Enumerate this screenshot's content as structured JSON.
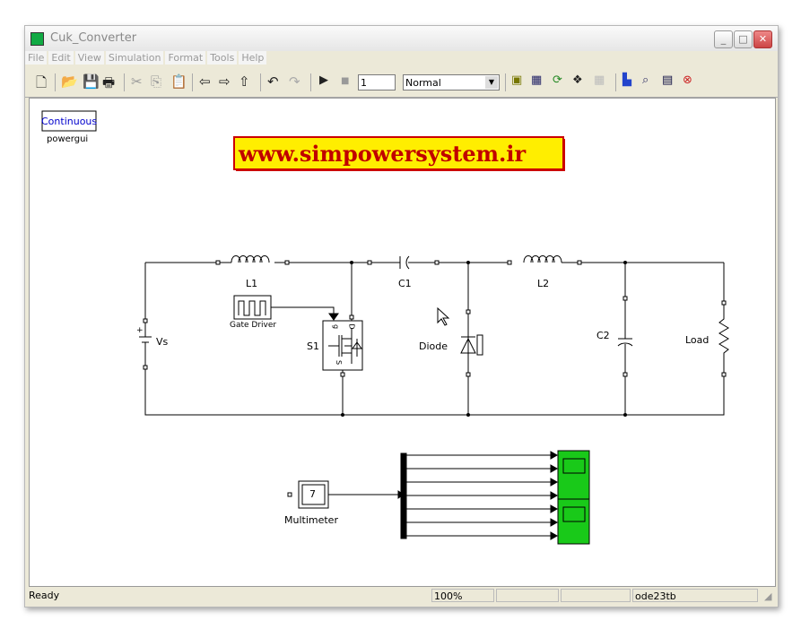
{
  "window": {
    "title": "Cuk_Converter"
  },
  "menu": [
    "File",
    "Edit",
    "View",
    "Simulation",
    "Format",
    "Tools",
    "Help"
  ],
  "toolbar": {
    "stop_time": "1",
    "sim_mode": "Normal"
  },
  "canvas": {
    "powergui_block": "Continuous",
    "powergui_label": "powergui",
    "banner": "www.simpowersystem.ir",
    "labels": {
      "L1": "L1",
      "C1": "C1",
      "L2": "L2",
      "C2": "C2",
      "Vs": "Vs",
      "S1": "S1",
      "Diode": "Diode",
      "Load": "Load",
      "gate": "Gate Driver",
      "multimeter": "Multimeter",
      "mm_value": "7",
      "g": "g",
      "d": "D",
      "s": "S"
    }
  },
  "status": {
    "state": "Ready",
    "zoom": "100%",
    "solver": "ode23tb"
  }
}
